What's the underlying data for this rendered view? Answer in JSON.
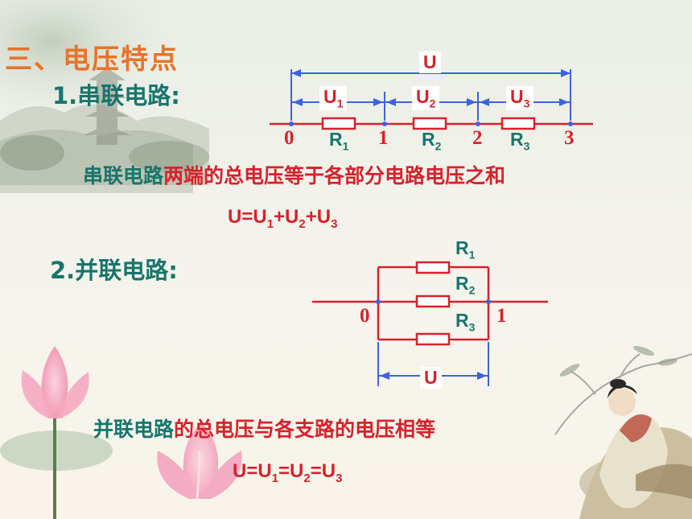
{
  "heading": "三、电压特点",
  "series": {
    "title": "1.串联电路:",
    "total_voltage": "U",
    "segment_voltages": [
      {
        "base": "U",
        "sub": "1"
      },
      {
        "base": "U",
        "sub": "2"
      },
      {
        "base": "U",
        "sub": "3"
      }
    ],
    "resistors": [
      {
        "base": "R",
        "sub": "1"
      },
      {
        "base": "R",
        "sub": "2"
      },
      {
        "base": "R",
        "sub": "3"
      }
    ],
    "nodes": [
      "0",
      "1",
      "2",
      "3"
    ],
    "statement": {
      "green": "串联电路",
      "red": "两端的总电压等于各部分电路电压之和"
    },
    "formula": {
      "p0": "U=U",
      "s1": "1",
      "p1": "+U",
      "s2": "2",
      "p2": "+U",
      "s3": "3"
    }
  },
  "parallel": {
    "title": "2.并联电路:",
    "resistors": [
      {
        "base": "R",
        "sub": "1"
      },
      {
        "base": "R",
        "sub": "2"
      },
      {
        "base": "R",
        "sub": "3"
      }
    ],
    "nodes": [
      "0",
      "1"
    ],
    "total_voltage": "U",
    "statement": {
      "green": "并联电路",
      "red": "的总电压与各支路的电压相等"
    },
    "formula": {
      "p0": "U=U",
      "s1": "1",
      "p1": "=U",
      "s2": "2",
      "p2": "=U",
      "s3": "3"
    }
  },
  "colors": {
    "accent": "#e8732a",
    "green": "#17756c",
    "red": "#d7222b",
    "blue": "#3b63e0"
  }
}
